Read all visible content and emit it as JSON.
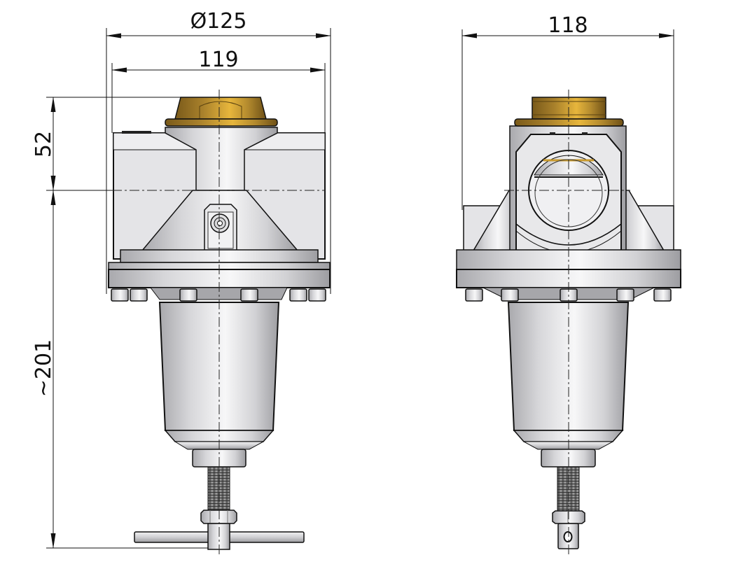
{
  "drawing": {
    "title": "Pressure regulator dimension drawing (front and side view)",
    "views": [
      "front-view",
      "side-view"
    ],
    "colors": {
      "line": "#111111",
      "body_light": "#e6e6e8",
      "body_mid": "#c9c9cc",
      "body_dark": "#8d8d91",
      "brass_light": "#e5b43c",
      "brass_mid": "#b38a2e",
      "brass_dark": "#7a5a1a",
      "background": "#ffffff"
    }
  },
  "dimensions": {
    "front_outer_diameter": {
      "label": "Ø125",
      "symbol": "Ø",
      "value": "125"
    },
    "front_width": {
      "label": "119",
      "value": "119"
    },
    "top_height": {
      "label": "52",
      "value": "52"
    },
    "overall_height": {
      "label": "~201",
      "value": "201",
      "prefix": "~"
    },
    "side_width": {
      "label": "118",
      "value": "118"
    }
  },
  "components": {
    "top_cap": "brass hex cap",
    "housing": "aluminium body with ports",
    "gauge_port": "side gauge port",
    "flange": "bolted flange",
    "bolts_front": 6,
    "bolts_side": 5,
    "bowl": "tapered bowl",
    "adjust_screw": "threaded spindle with lock nut",
    "handle": "T-handle"
  }
}
